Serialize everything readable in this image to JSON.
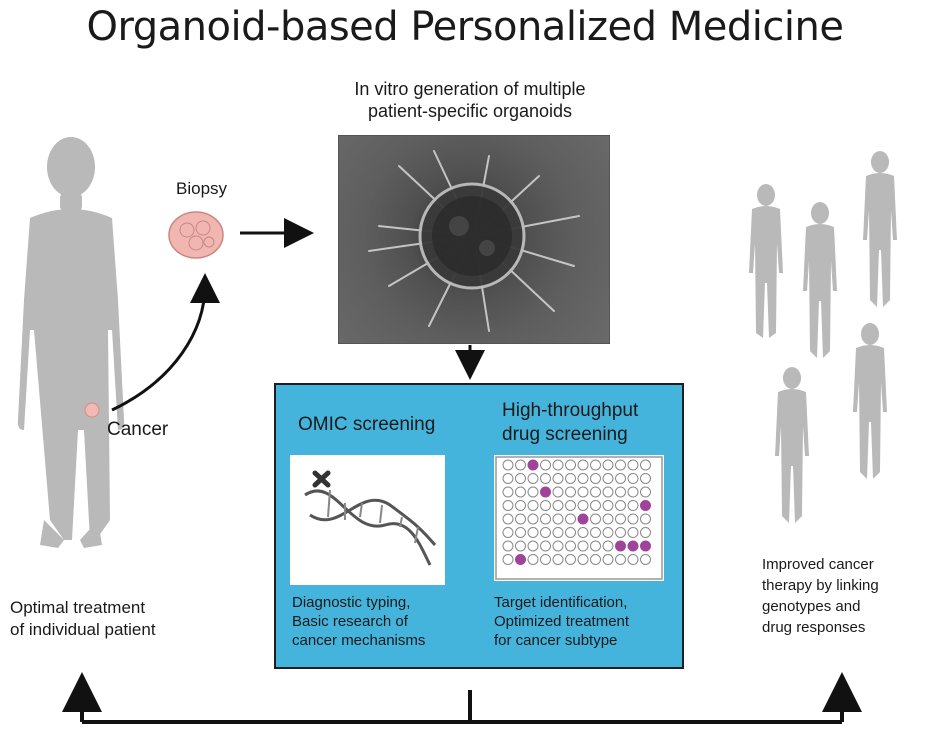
{
  "title": "Organoid-based Personalized Medicine",
  "organoid_caption": [
    "In vitro generation of multiple",
    "patient-specific organoids"
  ],
  "biopsy_label": "Biopsy",
  "cancer_label": "Cancer",
  "left_caption": [
    "Optimal treatment",
    "of individual patient"
  ],
  "right_caption": [
    "Improved cancer",
    "therapy by linking",
    "genotypes and",
    "drug responses"
  ],
  "panel": {
    "omic_heading": "OMIC screening",
    "hts_heading": [
      "High-throughput",
      "drug screening"
    ],
    "omic_text": [
      "Diagnostic typing,",
      "Basic research of",
      "cancer mechanisms"
    ],
    "hts_text": [
      "Target identification,",
      "Optimized treatment",
      "for cancer subtype"
    ]
  },
  "well_plate": {
    "rows": 8,
    "cols": 12,
    "filled_wells": [
      [
        0,
        2
      ],
      [
        2,
        3
      ],
      [
        3,
        11
      ],
      [
        4,
        6
      ],
      [
        6,
        9
      ],
      [
        6,
        10
      ],
      [
        6,
        11
      ],
      [
        7,
        1
      ]
    ],
    "fill_color": "#a0449a"
  },
  "colors": {
    "panel_bg": "#45b4dc",
    "silhouette": "#b7b7b7",
    "arrow": "#111111"
  }
}
